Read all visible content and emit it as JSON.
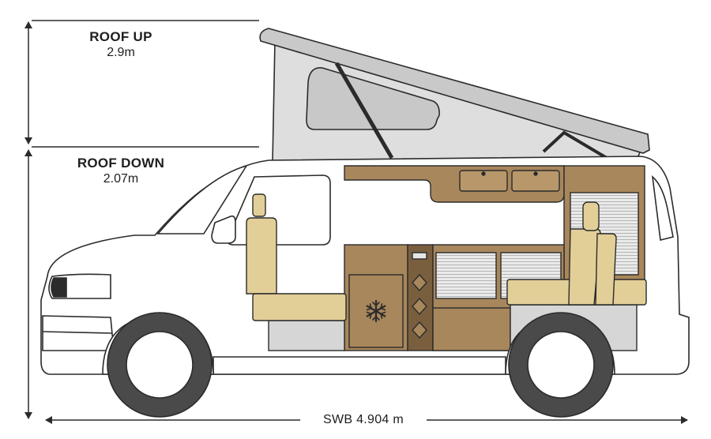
{
  "dimensions": {
    "roof_up": {
      "label": "ROOF UP",
      "value": "2.9m"
    },
    "roof_down": {
      "label": "ROOF DOWN",
      "value": "2.07m"
    },
    "length": {
      "label": "SWB 4.904 m"
    }
  },
  "icons": {
    "fridge": "snowflake-icon"
  },
  "colors": {
    "outline": "#2b2b2b",
    "body": "#ffffff",
    "roof_fabric": "#dedede",
    "roof_lid": "#c9c9c9",
    "window": "#c8c8c8",
    "wood": "#a8875c",
    "wood_dark": "#7a5f3f",
    "upholstery": "#e2cf98",
    "blind": "#e6e6e6",
    "base": "#d6d6d6",
    "tyre": "#4a4a4a"
  }
}
